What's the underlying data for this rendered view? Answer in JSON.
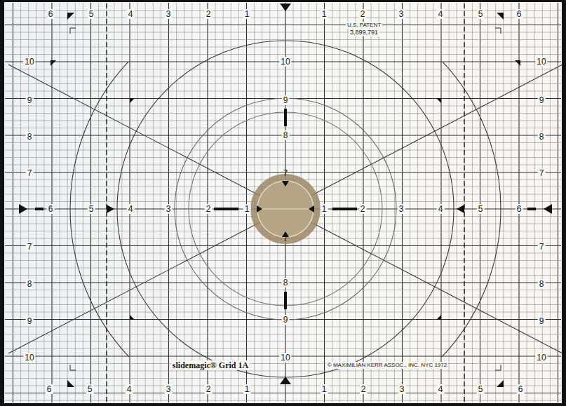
{
  "diagram": {
    "labels": [
      "6",
      "5",
      "4",
      "3",
      "2",
      "1",
      "1",
      "2",
      "3",
      "4",
      "5",
      "6",
      "U.S. PATENT",
      "3,899,791",
      "10",
      "10",
      "10",
      "9",
      "9",
      "9",
      "8",
      "8",
      "8",
      "7",
      "7",
      "7",
      "6",
      "5",
      "4",
      "3",
      "2",
      "1",
      "1",
      "2",
      "3",
      "4",
      "5",
      "6",
      "7",
      "7",
      "7",
      "8",
      "8",
      "8",
      "9",
      "9",
      "9",
      "10",
      "10",
      "10",
      "slidemagic® Grid 1A",
      "© MAXIMILIAN KERR ASSOC., INC. NYC 1972",
      "6",
      "5",
      "4",
      "3",
      "2",
      "1",
      "1",
      "2",
      "3",
      "4",
      "5",
      "6"
    ]
  }
}
